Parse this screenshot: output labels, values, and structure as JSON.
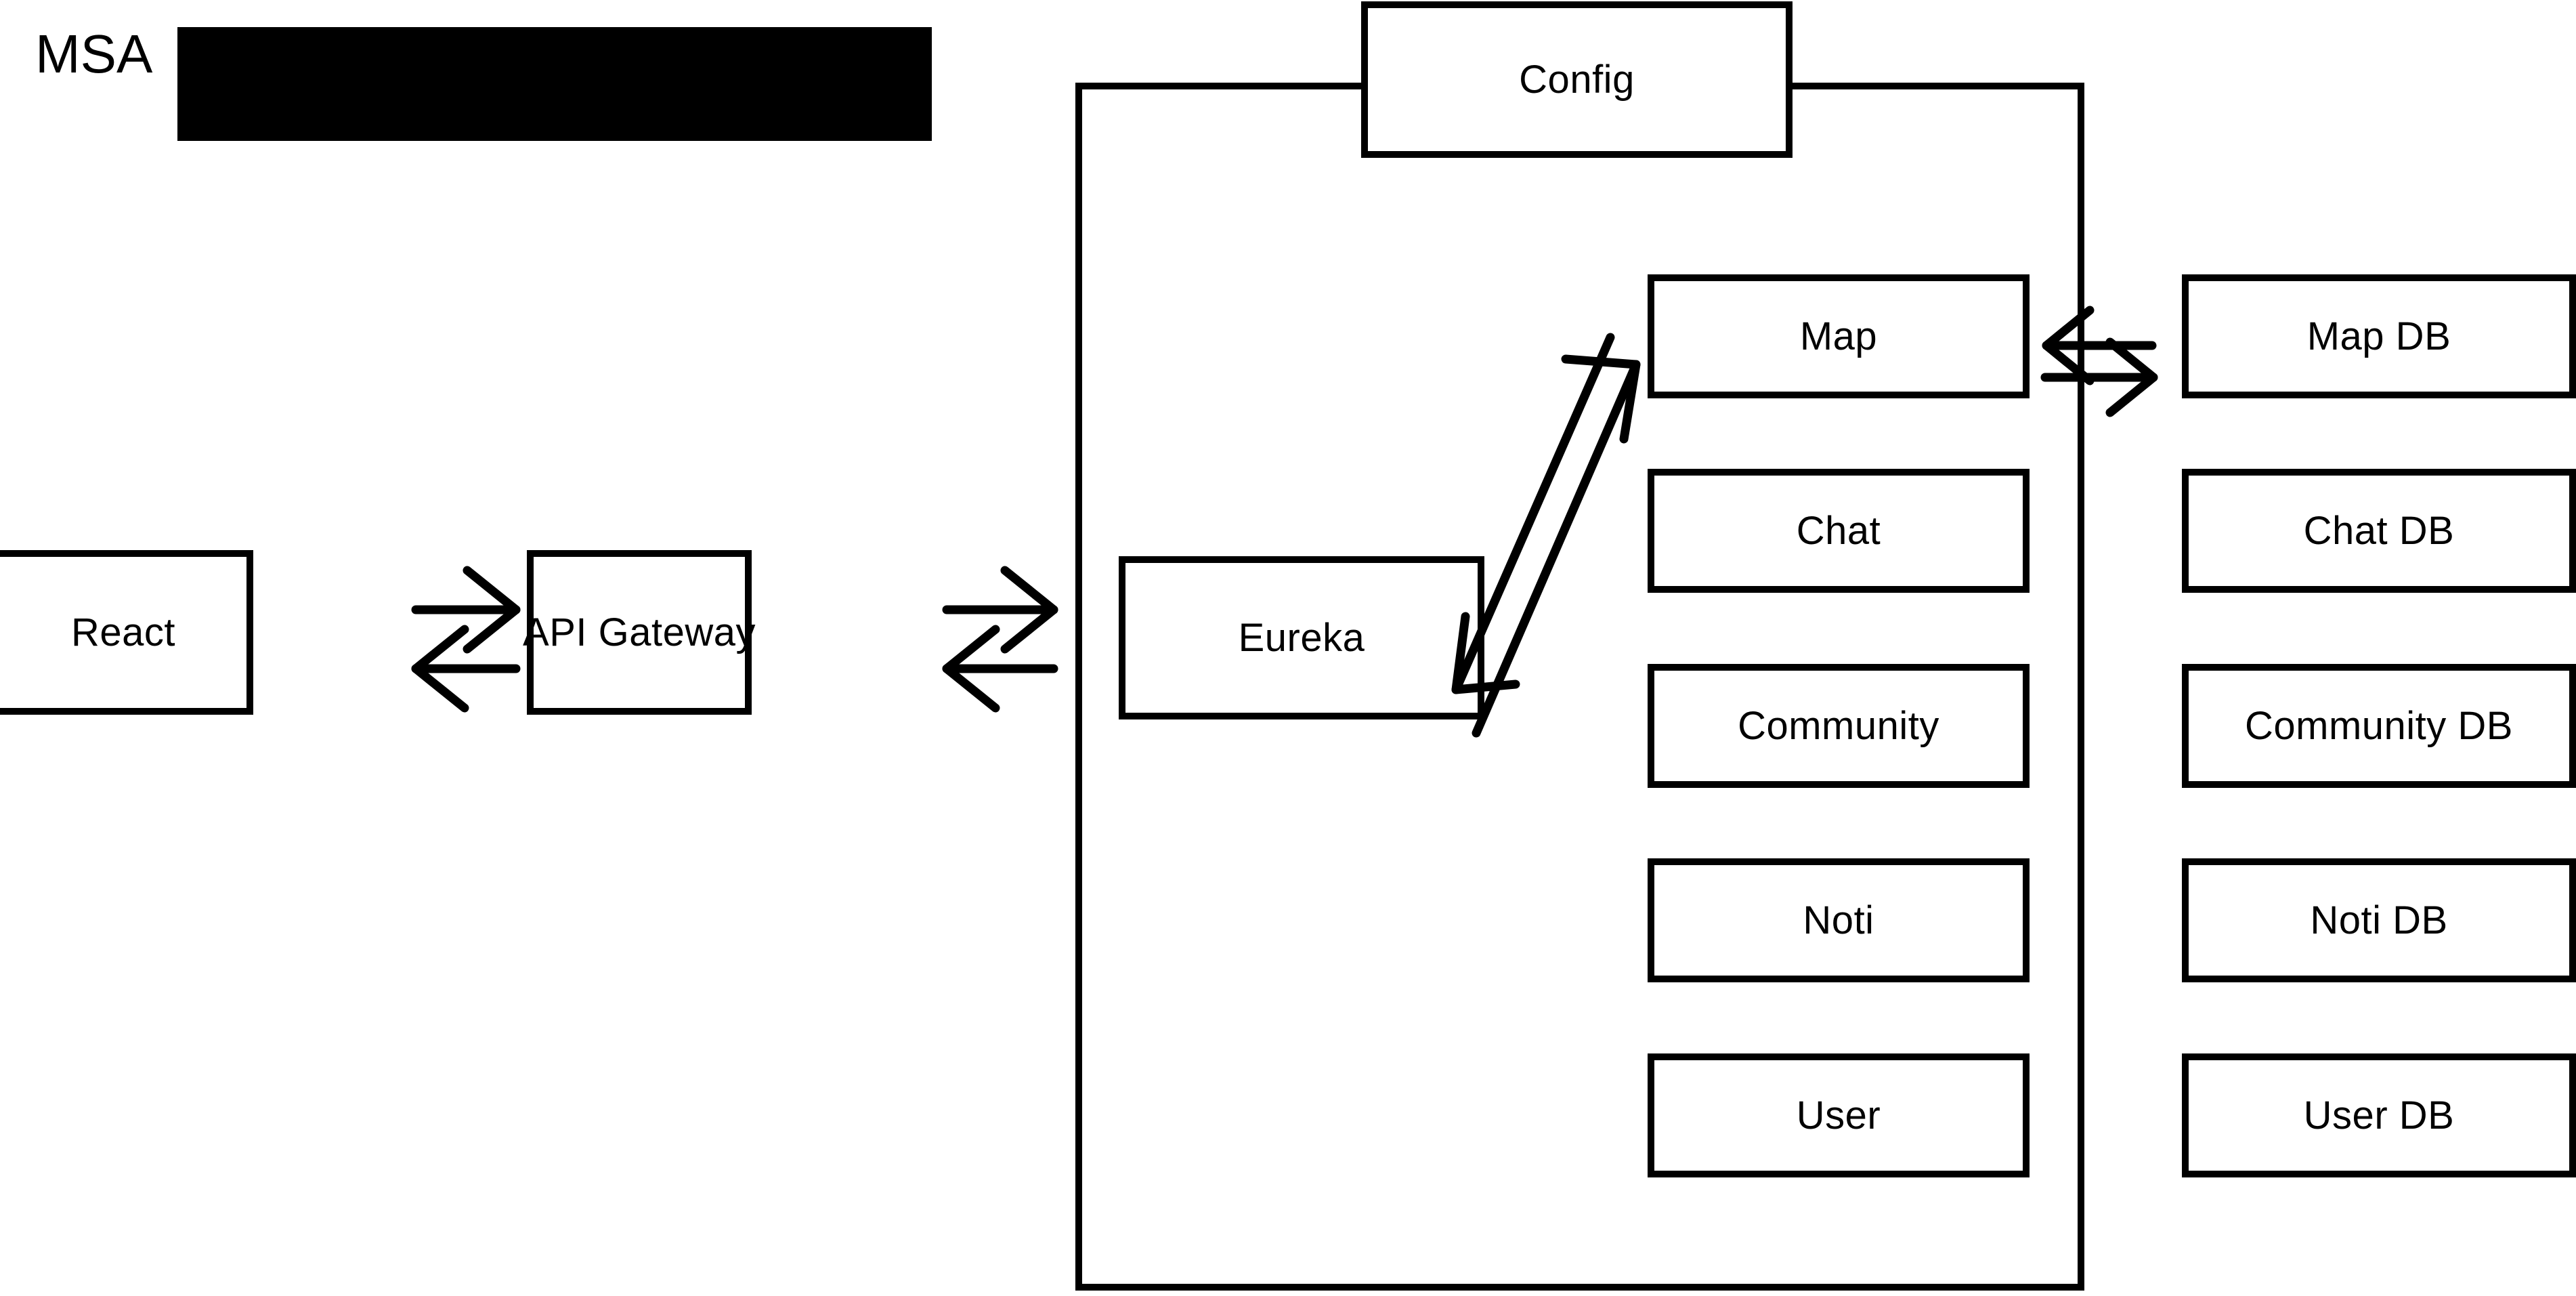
{
  "title": "MSA",
  "redaction": {
    "name": "redaction-bar",
    "color": "#000000"
  },
  "colors": {
    "stroke": "#000000",
    "fill": "#ffffff",
    "background": "#ffffff"
  },
  "container": {
    "name": "msa-boundary",
    "label": ""
  },
  "config": {
    "label": "Config"
  },
  "client": {
    "react": {
      "label": "React"
    },
    "gateway": {
      "label": "API Gateway"
    }
  },
  "registry": {
    "eureka": {
      "label": "Eureka"
    }
  },
  "services": [
    {
      "label": "Map"
    },
    {
      "label": "Chat"
    },
    {
      "label": "Community"
    },
    {
      "label": "Noti"
    },
    {
      "label": "User"
    }
  ],
  "databases": [
    {
      "label": "Map DB"
    },
    {
      "label": "Chat DB"
    },
    {
      "label": "Community DB"
    },
    {
      "label": "Noti DB"
    },
    {
      "label": "User DB"
    }
  ],
  "connections": [
    {
      "from": "React",
      "to": "API Gateway",
      "kind": "bidirectional"
    },
    {
      "from": "API Gateway",
      "to": "MSA boundary",
      "kind": "bidirectional"
    },
    {
      "from": "Eureka",
      "to": "Map",
      "kind": "bidirectional-diagonal"
    },
    {
      "from": "Map",
      "to": "Map DB",
      "kind": "bidirectional"
    },
    {
      "from": "Config",
      "to": "MSA boundary",
      "kind": "attached"
    }
  ]
}
